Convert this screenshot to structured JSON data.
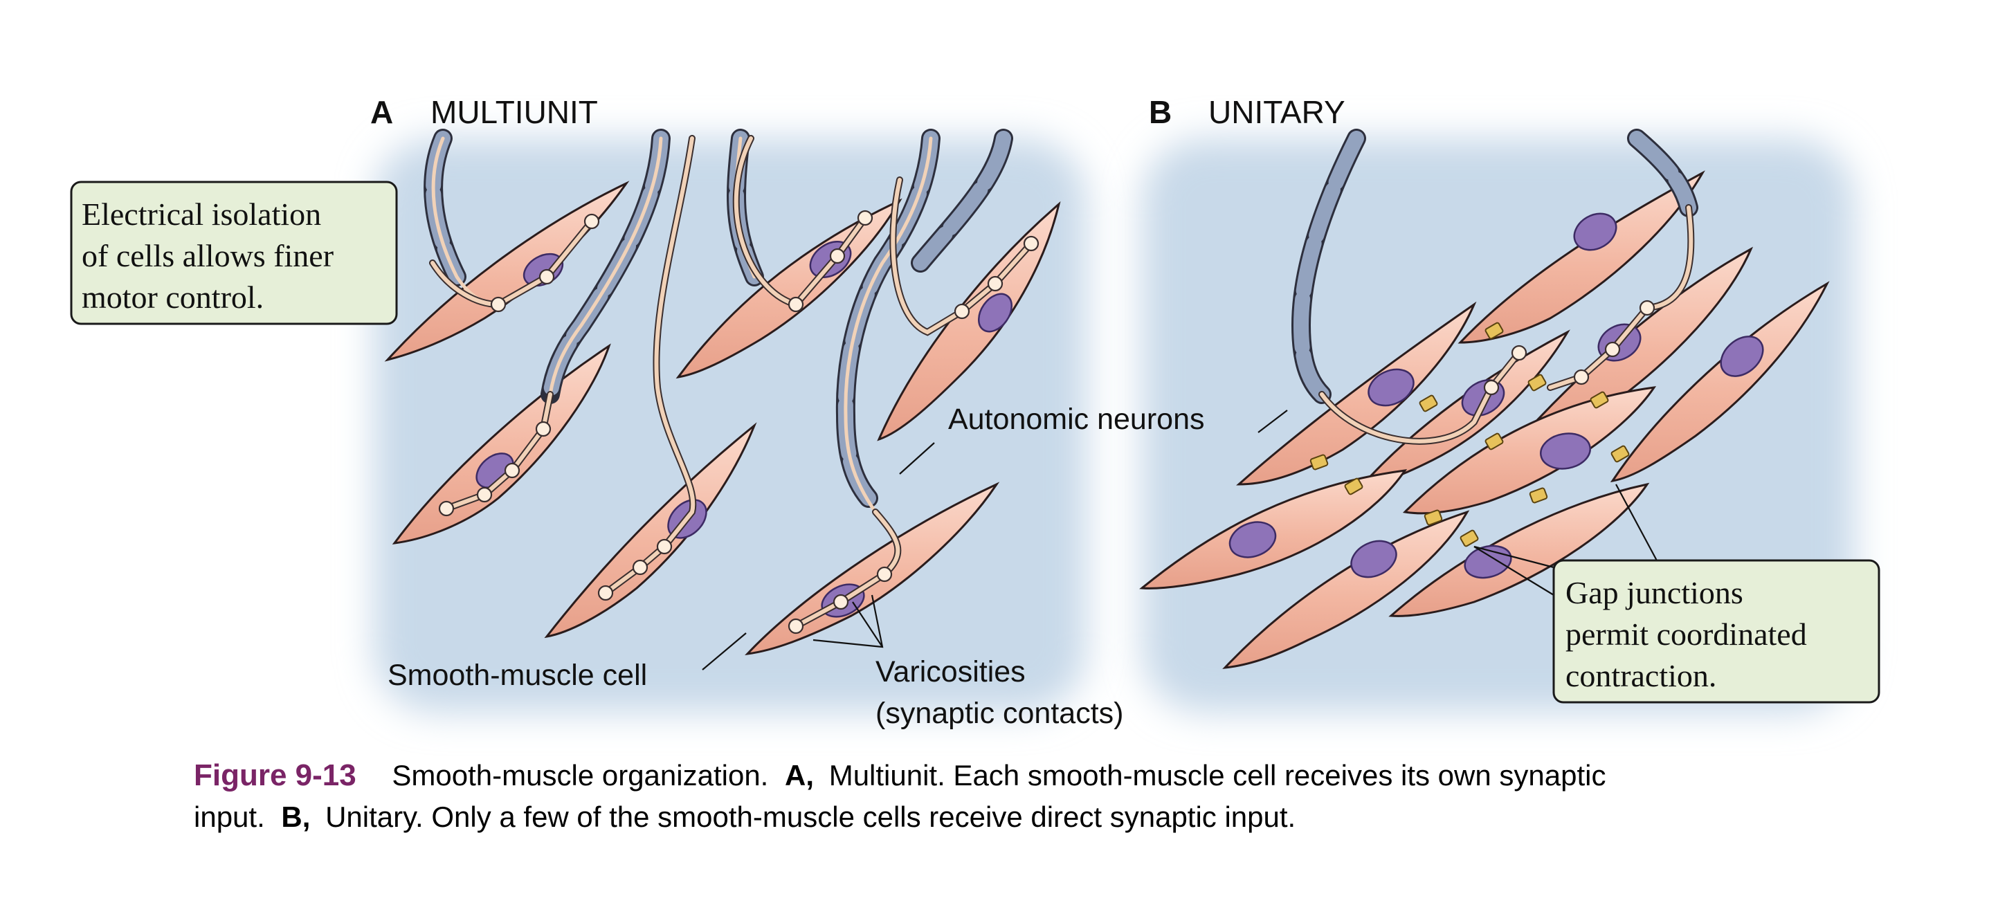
{
  "panels": {
    "a": {
      "letter": "A",
      "title": "MULTIUNIT"
    },
    "b": {
      "letter": "B",
      "title": "UNITARY"
    }
  },
  "labels": {
    "autonomic_neurons": "Autonomic neurons",
    "smooth_muscle_cell": "Smooth-muscle cell",
    "varicosities_line1": "Varicosities",
    "varicosities_line2": "(synaptic contacts)"
  },
  "callouts": {
    "isolation": [
      "Electrical isolation",
      "of cells allows finer",
      "motor control."
    ],
    "gap_junctions": [
      "Gap junctions",
      "permit coordinated",
      "contraction."
    ]
  },
  "caption": {
    "figure_number": "Figure 9-13",
    "line1_part1": "Smooth-muscle organization.",
    "line1_a": "A,",
    "line1_part2": "Multiunit. Each smooth-muscle cell receives its own synaptic",
    "line2_part0": "input.",
    "line2_b": "B,",
    "line2_part1": "Unitary. Only a few of the smooth-muscle cells receive direct synaptic input."
  },
  "colors": {
    "background_panel": "#c9d9e8",
    "cell_fill": "#f3b9a5",
    "nucleus": "#8e73b8",
    "myelin": "#93a3bf",
    "callout_fill": "#e6efd8",
    "figure_number": "#7a2466",
    "gap_junction": "#e7c25b"
  }
}
